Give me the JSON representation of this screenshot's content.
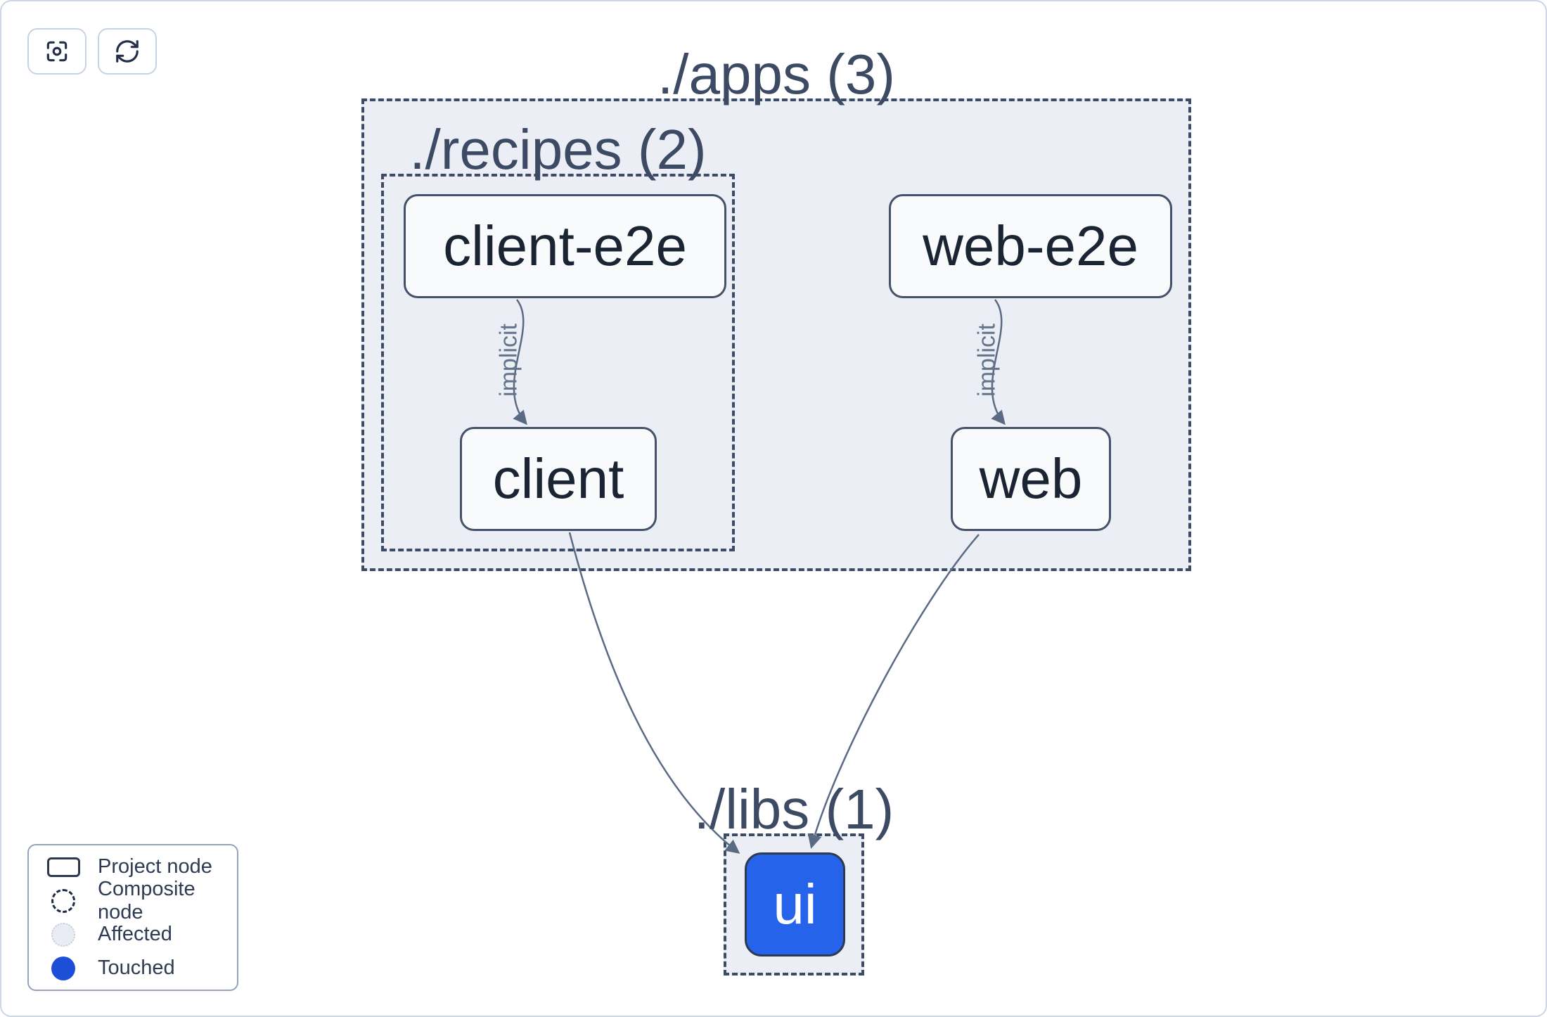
{
  "toolbar": {
    "buttons": [
      {
        "id": "focus",
        "icon": "focus-icon"
      },
      {
        "id": "refresh",
        "icon": "refresh-icon"
      }
    ]
  },
  "graph": {
    "groups": [
      {
        "id": "apps",
        "label": "./apps (3)"
      },
      {
        "id": "recipes",
        "label": "./recipes (2)"
      },
      {
        "id": "libs",
        "label": "./libs (1)"
      }
    ],
    "nodes": [
      {
        "id": "client-e2e",
        "label": "client-e2e",
        "state": "default"
      },
      {
        "id": "web-e2e",
        "label": "web-e2e",
        "state": "default"
      },
      {
        "id": "client",
        "label": "client",
        "state": "default"
      },
      {
        "id": "web",
        "label": "web",
        "state": "default"
      },
      {
        "id": "ui",
        "label": "ui",
        "state": "touched"
      }
    ],
    "edges": [
      {
        "from": "client-e2e",
        "to": "client",
        "label": "implicit"
      },
      {
        "from": "web-e2e",
        "to": "web",
        "label": "implicit"
      },
      {
        "from": "client",
        "to": "ui",
        "label": ""
      },
      {
        "from": "web",
        "to": "ui",
        "label": ""
      }
    ]
  },
  "legend": {
    "items": [
      {
        "swatch": "project-node",
        "label": "Project node"
      },
      {
        "swatch": "composite-node",
        "label": "Composite node"
      },
      {
        "swatch": "affected",
        "label": "Affected"
      },
      {
        "swatch": "touched",
        "label": "Touched"
      }
    ]
  },
  "colors": {
    "touched_node_fill": "#2563eb",
    "legend_touched_fill": "#1d4ed8",
    "affected_fill": "#e9edf3",
    "edge": "#5b6a83",
    "dashed_border": "#3d4c66",
    "composite_fill": "#ebeff5",
    "node_fill": "#f8fafc",
    "node_border": "#445168",
    "node_text": "#1a2433",
    "title_text": "#3d4a64",
    "card_border": "#ccd6e4"
  }
}
